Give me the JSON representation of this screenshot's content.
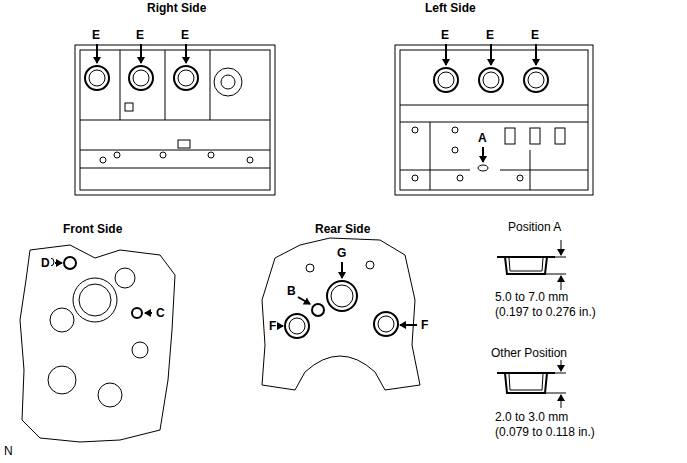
{
  "diagram": {
    "labels": [
      "Right Side",
      "E",
      "E",
      "E",
      "Left Side",
      "E",
      "E",
      "E",
      "A",
      "Front Side",
      "D",
      "C",
      "Rear Side",
      "G",
      "B",
      "F",
      "F",
      "Position A",
      "5.0 to 7.0 mm",
      "(0.197 to 0.276 in.)",
      "Other Position",
      "2.0 to 3.0 mm",
      "(0.079 to 0.118 in.)",
      "N"
    ]
  }
}
